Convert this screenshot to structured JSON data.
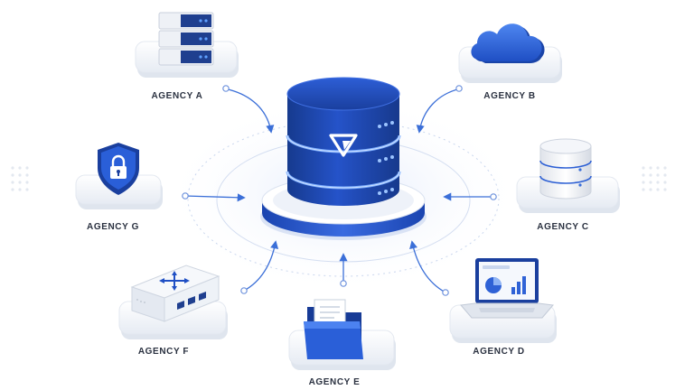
{
  "hub": {
    "logo_icon": "triangle-logo-icon"
  },
  "agencies": [
    {
      "id": "a",
      "label": "AGENCY A",
      "icon": "server-rack-icon"
    },
    {
      "id": "b",
      "label": "AGENCY B",
      "icon": "cloud-icon"
    },
    {
      "id": "c",
      "label": "AGENCY C",
      "icon": "database-icon"
    },
    {
      "id": "d",
      "label": "AGENCY D",
      "icon": "laptop-analytics-icon"
    },
    {
      "id": "e",
      "label": "AGENCY E",
      "icon": "folder-document-icon"
    },
    {
      "id": "f",
      "label": "AGENCY F",
      "icon": "network-switch-icon"
    },
    {
      "id": "g",
      "label": "AGENCY G",
      "icon": "shield-lock-icon"
    }
  ],
  "colors": {
    "primary_blue": "#1f4fc4",
    "dark_blue": "#1a3f9e",
    "light_blue": "#5b8ef0",
    "arrow_blue": "#3b6fd8",
    "platform": "#f1f4f9"
  }
}
